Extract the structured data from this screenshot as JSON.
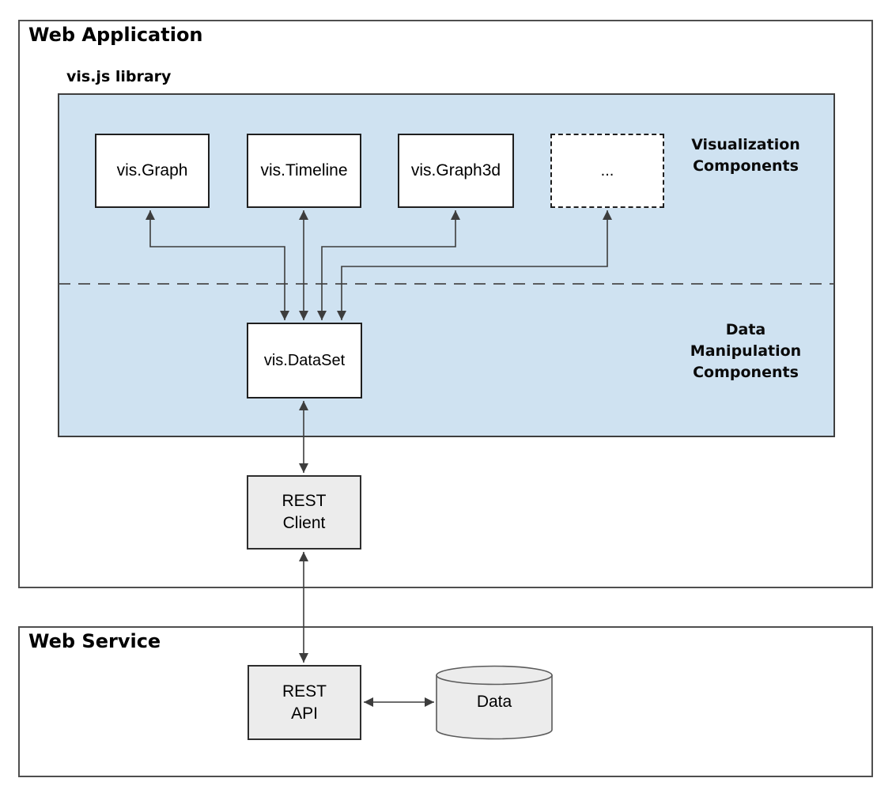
{
  "web_application": {
    "title": "Web Application",
    "library_label": "vis.js library",
    "visualization_nodes": [
      {
        "id": "vis-graph",
        "label": "vis.Graph"
      },
      {
        "id": "vis-timeline",
        "label": "vis.Timeline"
      },
      {
        "id": "vis-graph3d",
        "label": "vis.Graph3d"
      },
      {
        "id": "more",
        "label": "..."
      }
    ],
    "section_labels": {
      "visualization": "Visualization\nComponents",
      "data_manipulation": "Data\nManipulation\nComponents"
    },
    "dataset_node": "vis.DataSet",
    "rest_client_node": "REST\nClient"
  },
  "web_service": {
    "title": "Web Service",
    "rest_api_node": "REST\nAPI",
    "data_store_node": "Data"
  },
  "colors": {
    "panel_blue": "#cfe2f1",
    "node_gray_fill": "#ececec",
    "node_white_fill": "#ffffff",
    "wire": "#3d3d3d",
    "border_dark": "#1f1f1f"
  },
  "icons": {
    "database_cylinder": "data-store"
  }
}
